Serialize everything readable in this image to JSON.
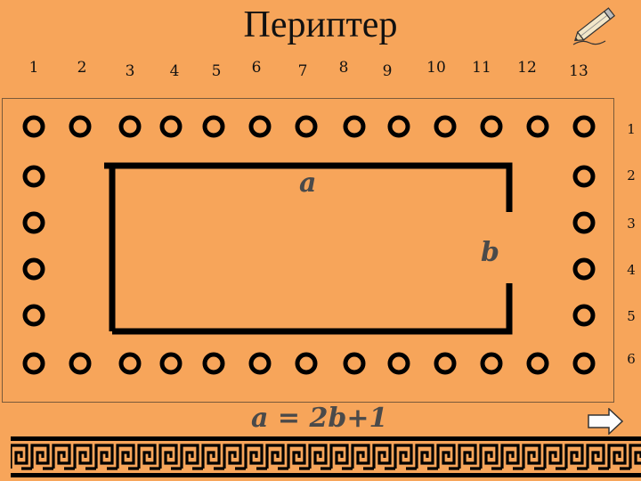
{
  "title": "Периптер",
  "column_numbers_top": [
    "1",
    "2",
    "3",
    "4",
    "5",
    "6",
    "7",
    "8",
    "9",
    "10",
    "11",
    "12",
    "13"
  ],
  "column_numbers_side": [
    "1",
    "2",
    "3",
    "4",
    "5",
    "6"
  ],
  "labels": {
    "a": "a",
    "b": "b"
  },
  "formula": "a = 2b+1",
  "icons": {
    "pencil": "pencil-icon",
    "next": "next-arrow-icon"
  },
  "colors": {
    "background": "#F7A55A",
    "stroke": "#000000",
    "label": "#4a4a4a"
  }
}
